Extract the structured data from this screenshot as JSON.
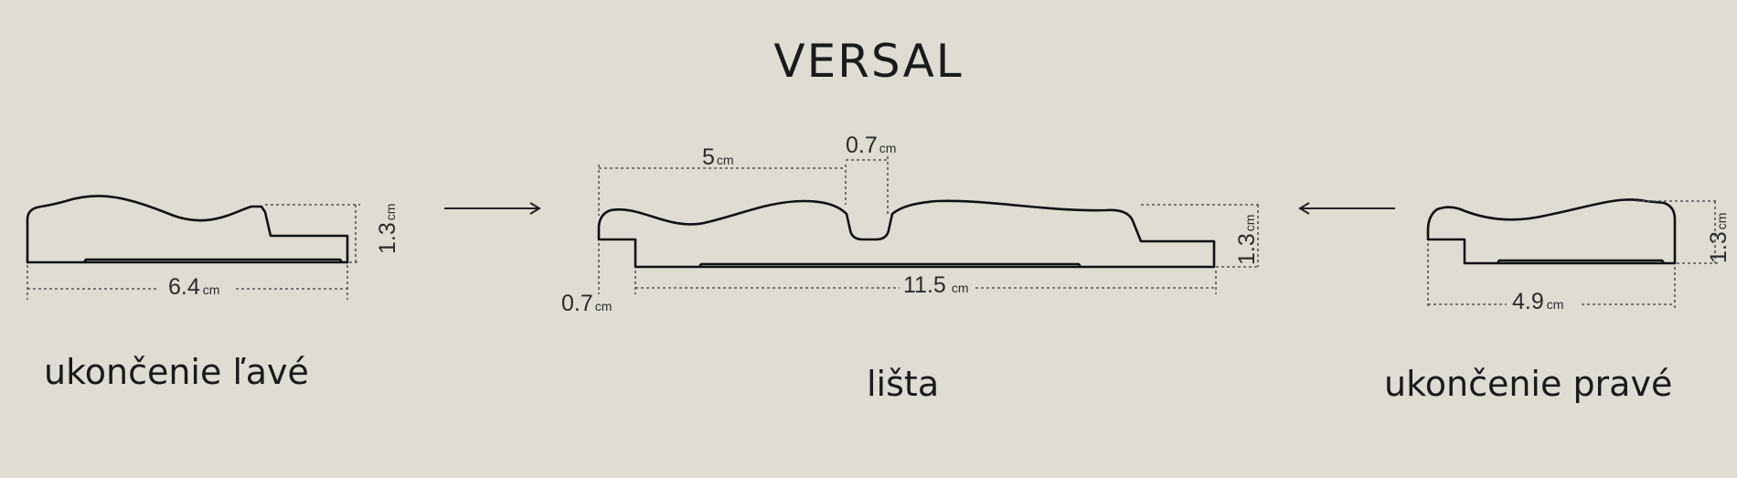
{
  "title": "VERSAL",
  "captions": {
    "left": "ukončenie ľavé",
    "center": "lišta",
    "right": "ukončenie pravé"
  },
  "dimensions": {
    "left_width": {
      "value": "6.4",
      "unit": "cm"
    },
    "left_height": {
      "value": "1.3",
      "unit": "cm"
    },
    "center_segment": {
      "value": "5",
      "unit": "cm"
    },
    "center_groove": {
      "value": "0.7",
      "unit": "cm"
    },
    "center_offset": {
      "value": "0.7",
      "unit": "cm"
    },
    "center_width": {
      "value": "11.5",
      "unit": "cm"
    },
    "center_height": {
      "value": "1.3",
      "unit": "cm"
    },
    "right_height": {
      "value": "1.3",
      "unit": "cm"
    },
    "right_width": {
      "value": "4.9",
      "unit": "cm"
    }
  }
}
